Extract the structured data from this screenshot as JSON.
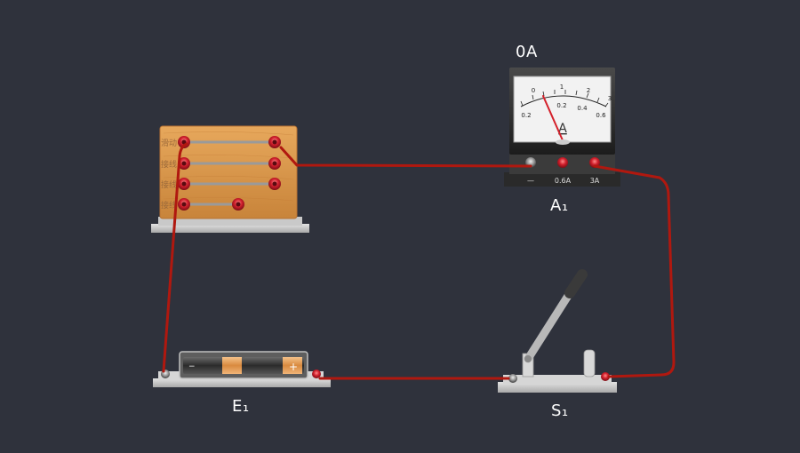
{
  "ammeter": {
    "id": "A1",
    "reading": "0A",
    "label": "A₁",
    "dial_symbol": "A",
    "scale_top": [
      "0",
      "1",
      "2",
      "3"
    ],
    "scale_bottom": [
      "0.2",
      "0.2",
      "0.4",
      "0.6"
    ],
    "terminals": [
      "—",
      "0.6A",
      "3A"
    ]
  },
  "battery": {
    "id": "E1",
    "label": "E₁",
    "minus": "−",
    "plus": "+"
  },
  "switch": {
    "id": "S1",
    "label": "S₁"
  },
  "rheostat": {
    "rows": [
      "滑动",
      "接线",
      "接线",
      "接线"
    ]
  },
  "colors": {
    "background": "#2f323c",
    "wire": "#b0180f",
    "terminal": "#c8243a",
    "wood": "#d9984c"
  }
}
